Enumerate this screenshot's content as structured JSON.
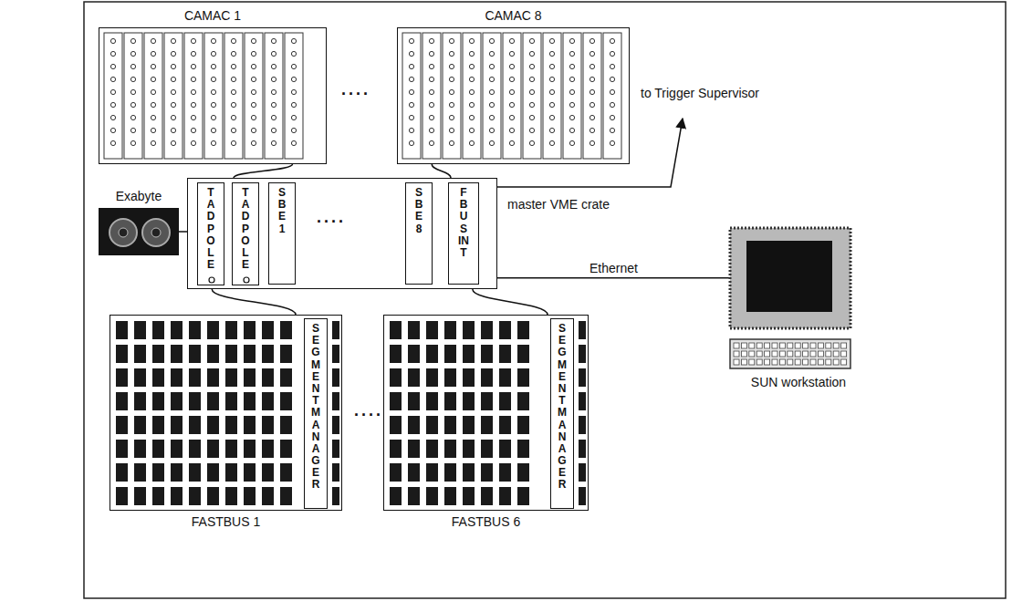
{
  "diagram": {
    "nodes": [
      {
        "text": [
          "CAMAC 1"
        ]
      },
      {
        "text": [
          "CAMAC 8"
        ]
      },
      {
        "text": [
          "Exabyte"
        ]
      },
      {
        "text": [
          "master VME crate"
        ]
      },
      {
        "text": [
          "TADPOLE"
        ],
        "in": 3
      },
      {
        "text": [
          "TADPOLE"
        ],
        "in": 3
      },
      {
        "text": [
          "SBE 1"
        ],
        "in": 3
      },
      {
        "text": [
          "SBE 8"
        ],
        "in": 3
      },
      {
        "text": [
          "FBUS INT"
        ],
        "in": 3
      },
      {
        "text": [
          "SUN workstation"
        ]
      },
      {
        "text": [
          "FASTBUS 1"
        ]
      },
      {
        "text": [
          "SEGMENT MANAGER"
        ],
        "in": 10
      },
      {
        "text": [
          "FASTBUS 6"
        ]
      },
      {
        "text": [
          "SEGMENT MANAGER"
        ],
        "in": 12
      }
    ],
    "edges": [
      {
        "from": 0,
        "to": 3,
        "arrow": "none"
      },
      {
        "from": 1,
        "to": 3,
        "arrow": "none"
      },
      {
        "from": 2,
        "to": 4,
        "arrow": "none"
      },
      {
        "from": 3,
        "to": 9,
        "label": "Ethernet",
        "arrow": "none"
      },
      {
        "from": 3,
        "to": 10,
        "arrow": "none"
      },
      {
        "from": 3,
        "to": 12,
        "arrow": "none"
      }
    ],
    "labels": [
      "....",
      "to Trigger Supervisor",
      "....",
      "...."
    ]
  }
}
